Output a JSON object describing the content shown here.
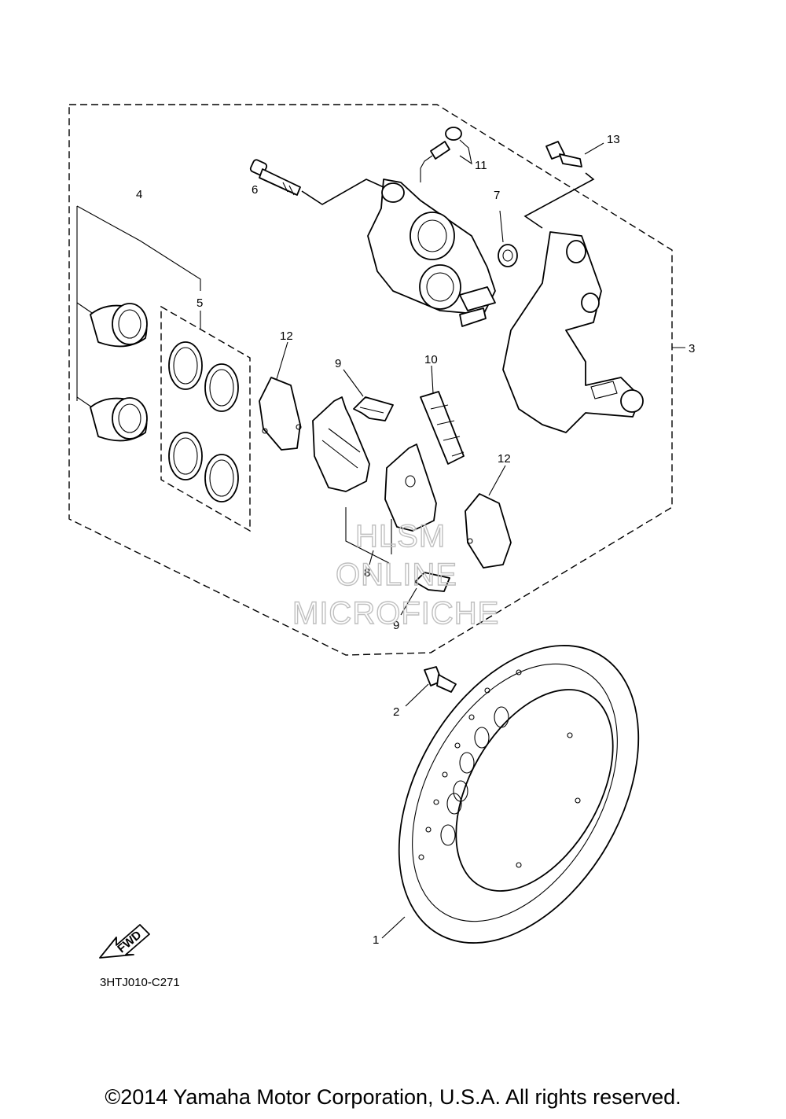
{
  "callouts": {
    "c1": "1",
    "c2": "2",
    "c3": "3",
    "c4": "4",
    "c5": "5",
    "c6": "6",
    "c7": "7",
    "c8": "8",
    "c9a": "9",
    "c9b": "9",
    "c10": "10",
    "c11": "11",
    "c12a": "12",
    "c12b": "12",
    "c13": "13"
  },
  "fwd_label": "FWD",
  "watermark": {
    "line1": "HLSM",
    "line2": "ONLINE",
    "line3": "MICROFICHE"
  },
  "diagram_code": "3HTJ010-C271",
  "copyright": "©2014 Yamaha Motor Corporation, U.S.A. All rights reserved."
}
